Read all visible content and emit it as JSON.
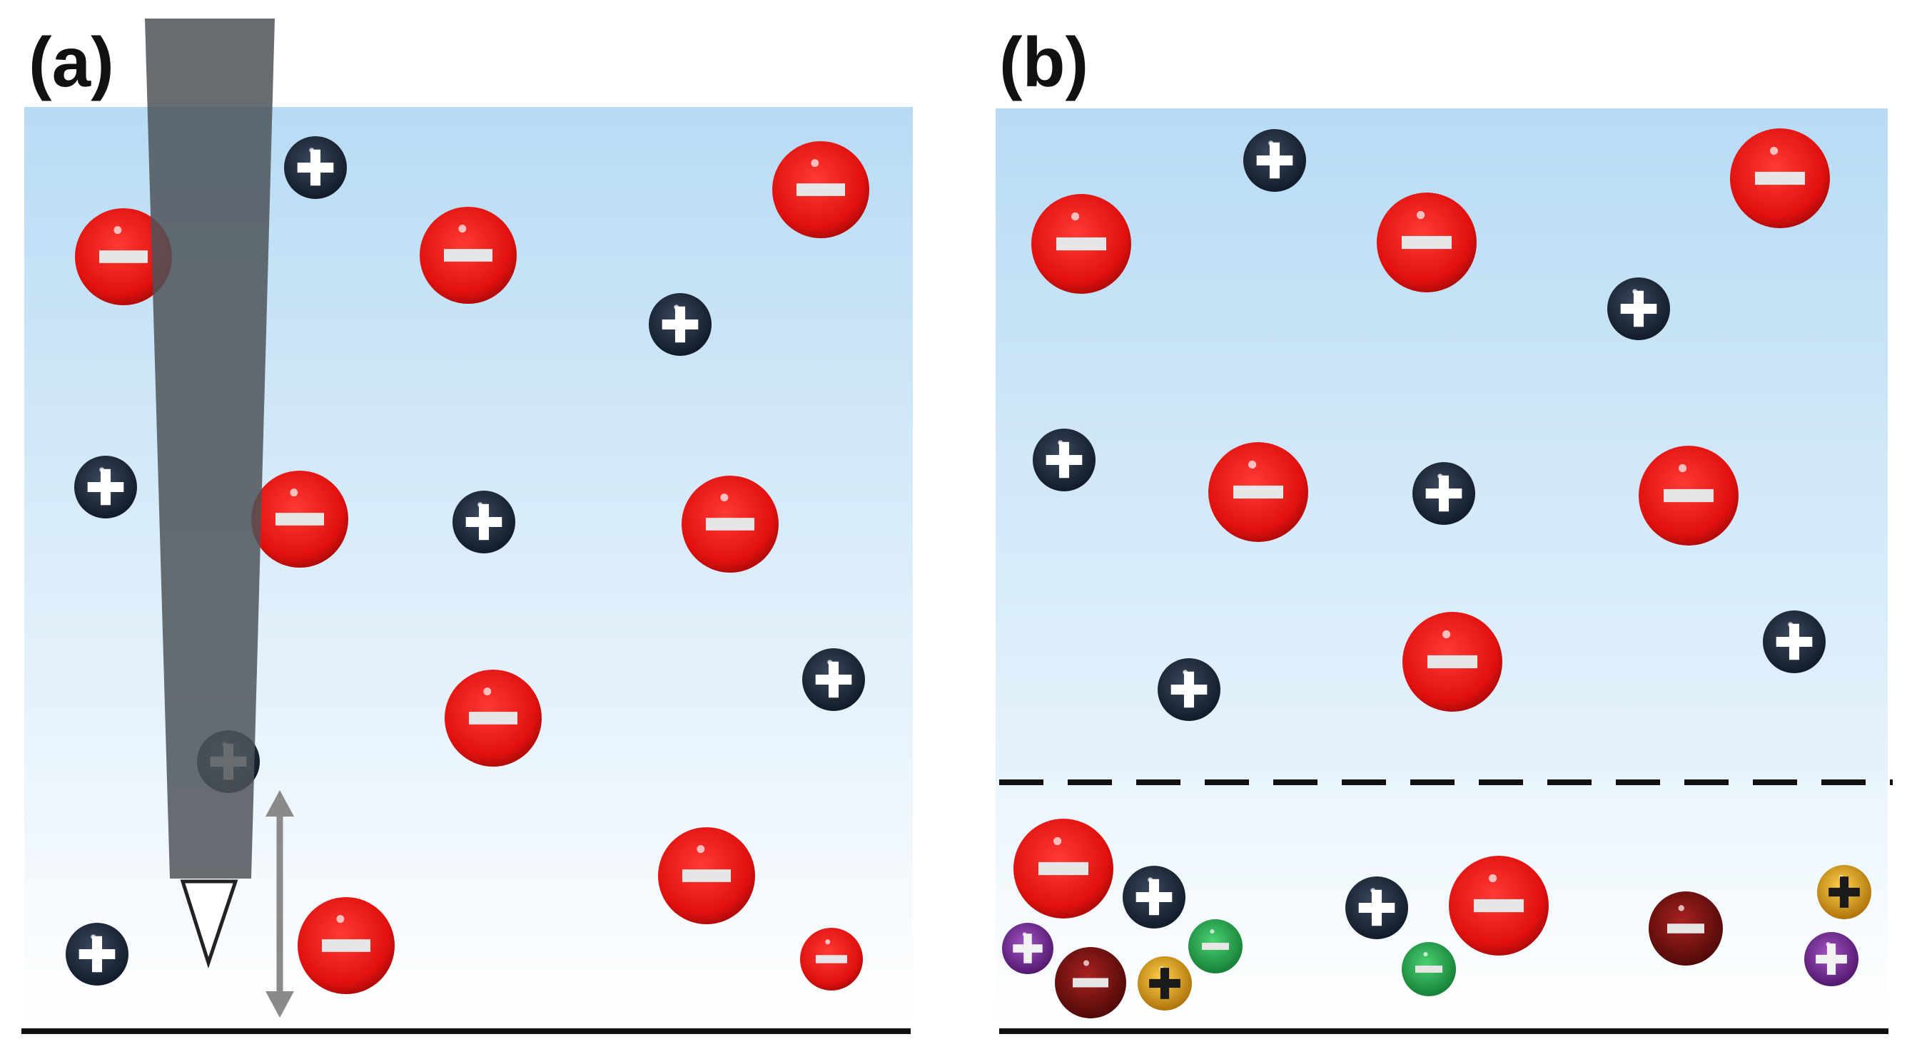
{
  "panels": [
    {
      "id": "a",
      "label": "(a)",
      "ions": [
        {
          "charge": "+",
          "kind": "cation"
        },
        {
          "charge": "-",
          "kind": "anion"
        },
        {
          "charge": "-",
          "kind": "anion"
        },
        {
          "charge": "-",
          "kind": "anion"
        },
        {
          "charge": "+",
          "kind": "cation"
        },
        {
          "charge": "+",
          "kind": "cation"
        },
        {
          "charge": "-",
          "kind": "anion"
        },
        {
          "charge": "+",
          "kind": "cation"
        },
        {
          "charge": "-",
          "kind": "anion"
        },
        {
          "charge": "-",
          "kind": "anion"
        },
        {
          "charge": "+",
          "kind": "cation"
        },
        {
          "charge": "+",
          "kind": "cation"
        },
        {
          "charge": "-",
          "kind": "anion"
        },
        {
          "charge": "+",
          "kind": "cation"
        },
        {
          "charge": "-",
          "kind": "anion"
        },
        {
          "charge": "-",
          "kind": "anion"
        },
        {
          "charge": "+",
          "kind": "cation"
        }
      ]
    },
    {
      "id": "b",
      "label": "(b)",
      "ions": [
        {
          "charge": "+",
          "kind": "cation"
        },
        {
          "charge": "-",
          "kind": "anion"
        },
        {
          "charge": "-",
          "kind": "anion"
        },
        {
          "charge": "-",
          "kind": "anion"
        },
        {
          "charge": "+",
          "kind": "cation"
        },
        {
          "charge": "+",
          "kind": "cation"
        },
        {
          "charge": "-",
          "kind": "anion"
        },
        {
          "charge": "+",
          "kind": "cation"
        },
        {
          "charge": "-",
          "kind": "anion"
        },
        {
          "charge": "-",
          "kind": "anion"
        },
        {
          "charge": "+",
          "kind": "cation"
        },
        {
          "charge": "+",
          "kind": "cation"
        },
        {
          "charge": "-",
          "kind": "anion"
        },
        {
          "charge": "+",
          "kind": "cation"
        },
        {
          "charge": "+",
          "kind": "purple-cation"
        },
        {
          "charge": "-",
          "kind": "dark-red-anion"
        },
        {
          "charge": "+",
          "kind": "gold-cation"
        },
        {
          "charge": "-",
          "kind": "green-anion"
        },
        {
          "charge": "+",
          "kind": "cation"
        },
        {
          "charge": "-",
          "kind": "green-anion"
        },
        {
          "charge": "-",
          "kind": "anion"
        },
        {
          "charge": "-",
          "kind": "dark-red-anion"
        },
        {
          "charge": "+",
          "kind": "gold-cation"
        },
        {
          "charge": "+",
          "kind": "purple-cation"
        }
      ]
    }
  ],
  "colors": {
    "solution_top": "#b9dcf4",
    "solution_bottom": "#ffffff",
    "anion": "#e5141a",
    "cation": "#1e2b3c",
    "tip": "#4d5358",
    "arrow": "#8a8a8a",
    "dark-red-anion": "#7a1412",
    "green-anion": "#1fa54a",
    "gold-cation": "#e0a21c",
    "purple-cation": "#7b2a9a"
  }
}
